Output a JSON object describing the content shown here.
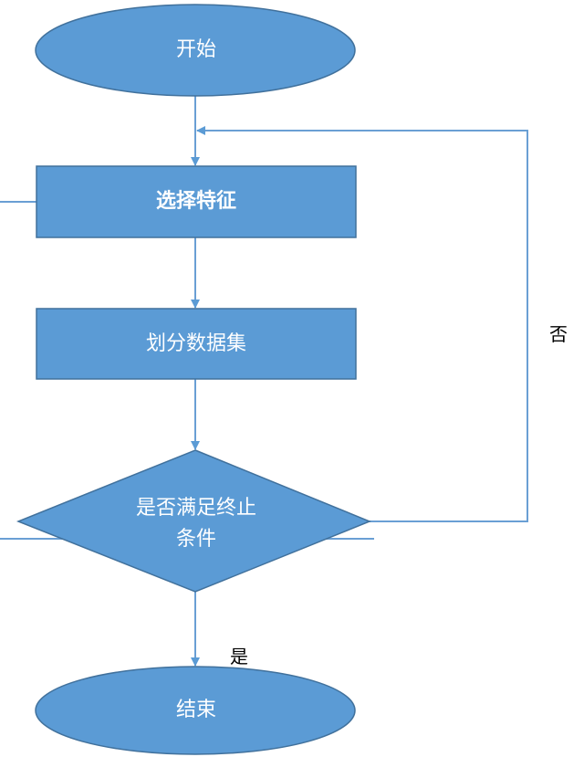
{
  "nodes": {
    "start": "开始",
    "select_feature": "选择特征",
    "split_dataset": "划分数据集",
    "condition_line1": "是否满足终止",
    "condition_line2": "条件",
    "end": "结束"
  },
  "edges": {
    "no": "否",
    "yes": "是"
  },
  "colors": {
    "fill": "#5b9bd5",
    "stroke": "#41719c",
    "line": "#6a9fd4"
  }
}
